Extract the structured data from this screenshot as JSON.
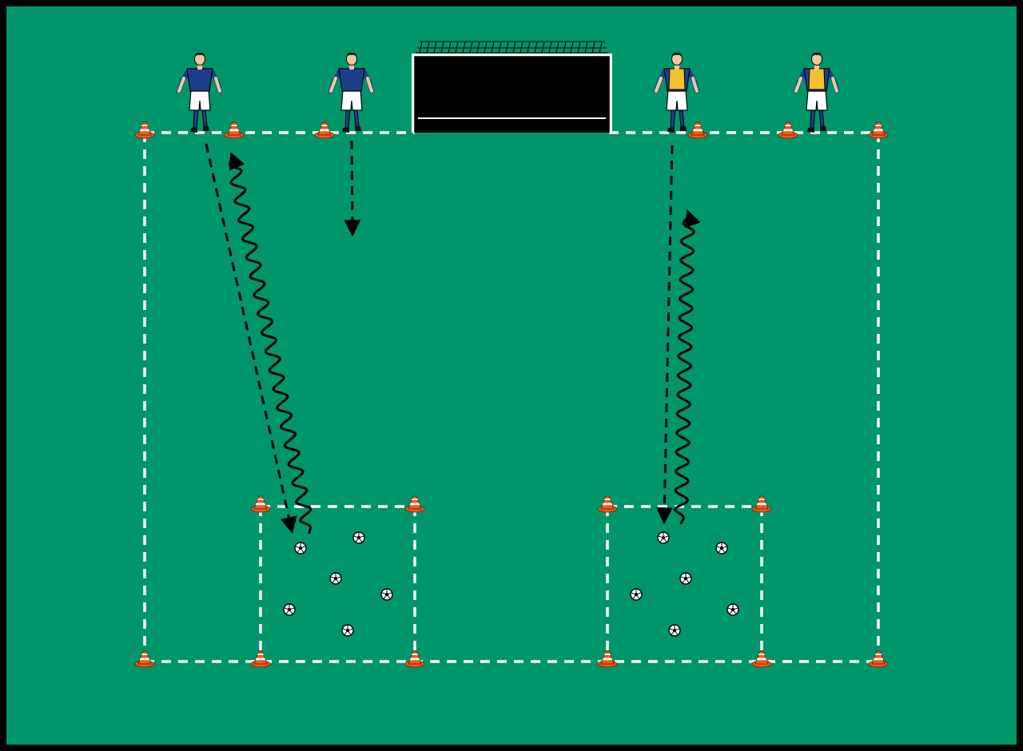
{
  "diagram": {
    "kind": "soccer drill diagram",
    "colors": {
      "frame": "#000000",
      "pitch": "#00956a",
      "field_lines": "#ffffff",
      "run_lines": "#000000",
      "cone_orange": "#f05a1e",
      "cone_stripe": "#ffffff",
      "goal_frame": "#ffffff",
      "goal_net": "#000000",
      "team_blue_shirt": "#1c3f8c",
      "team_yellow_bib": "#f2c12e",
      "shorts": "#ffffff",
      "skin": "#f0c8a0",
      "hair": "#1a1a1a"
    },
    "players": [
      {
        "team": "blue",
        "bib": false,
        "pose": "ready"
      },
      {
        "team": "blue",
        "bib": false,
        "pose": "ready"
      },
      {
        "team": "blue",
        "bib": true,
        "pose": "ready"
      },
      {
        "team": "blue",
        "bib": true,
        "pose": "ready"
      }
    ],
    "ball_counts": {
      "left_grid": 6,
      "right_grid": 6
    },
    "cone_count": 16,
    "goal_count": 1,
    "movements": [
      {
        "type": "dribble",
        "style": "wavy",
        "direction": "toward-goal"
      },
      {
        "type": "dribble",
        "style": "wavy",
        "direction": "toward-goal"
      },
      {
        "type": "run-without-ball",
        "style": "dashed",
        "direction": "toward-ball-grid"
      },
      {
        "type": "run-without-ball",
        "style": "dashed",
        "direction": "toward-ball-grid"
      },
      {
        "type": "run-without-ball",
        "style": "dashed",
        "direction": "forward"
      }
    ]
  }
}
